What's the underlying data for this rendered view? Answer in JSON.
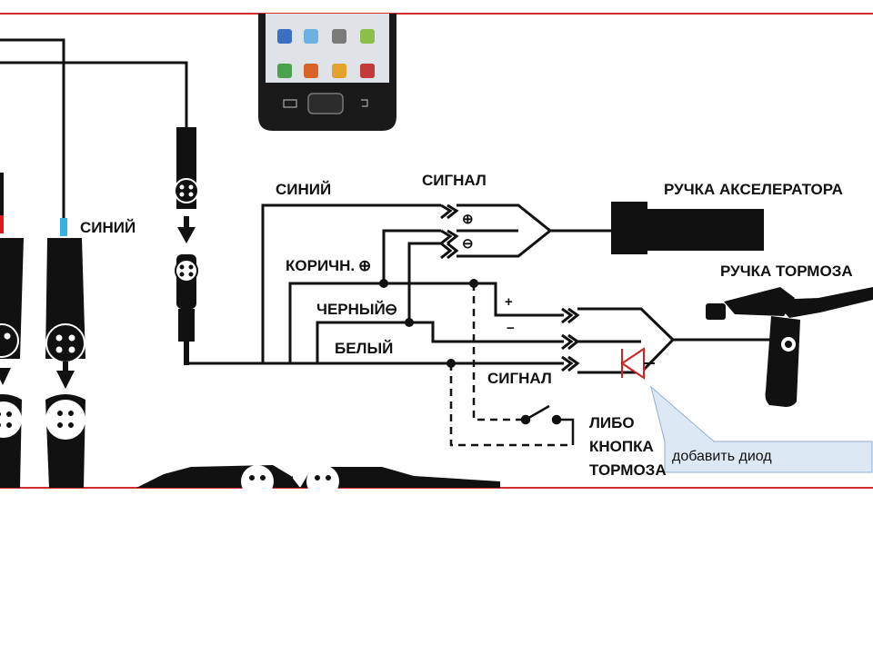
{
  "labels": {
    "blue_left": "СИНИЙ",
    "blue": "СИНИЙ",
    "signal_top": "СИГНАЛ",
    "accelerator": "РУЧКА АКСЕЛЕРАТОРА",
    "brown": "КОРИЧН.",
    "brake_handle": "РУЧКА ТОРМОЗА",
    "black": "ЧЕРНЫЙ",
    "white": "БЕЛЫЙ",
    "signal_bottom": "СИГНАЛ",
    "or_button_1": "ЛИБО",
    "or_button_2": "КНОПКА",
    "or_button_3": "ТОРМОЗА",
    "plus_sign": "⊕",
    "minus_sign": "⊖",
    "plus_plain": "+",
    "minus_plain": "−"
  },
  "callout": {
    "text": "добавить диод"
  },
  "colors": {
    "frame": "#d02c2c",
    "wire": "#111111",
    "diode": "#d21f1f",
    "callout_fill": "#dce8f3",
    "callout_stroke": "#8fb1d1"
  }
}
